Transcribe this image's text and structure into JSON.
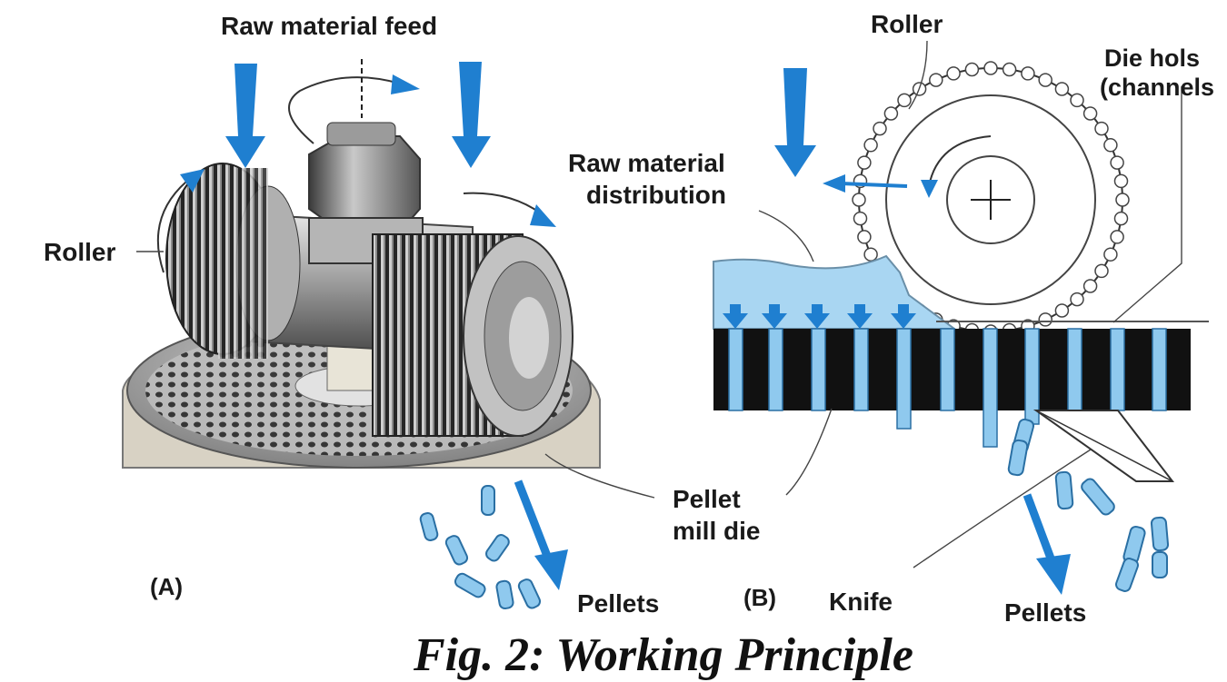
{
  "labels": {
    "raw_material_feed": "Raw material feed",
    "roller_a": "Roller",
    "roller_b": "Roller",
    "die_holes_line1": "Die hols",
    "die_holes_line2": "(channels",
    "raw_material_distribution_line1": "Raw material",
    "raw_material_distribution_line2": "distribution",
    "pellet_mill_die_line1": "Pellet",
    "pellet_mill_die_line2": "mill die",
    "panel_a": "(A)",
    "panel_b": "(B)",
    "pellets_a": "Pellets",
    "pellets_b": "Pellets",
    "knife": "Knife"
  },
  "caption": "Fig. 2: Working Principle",
  "colors": {
    "arrow_blue": "#1f7fd0",
    "material_blue": "#a9d6f2",
    "pellet_blue": "#8fc9ee",
    "die_black": "#111111"
  }
}
